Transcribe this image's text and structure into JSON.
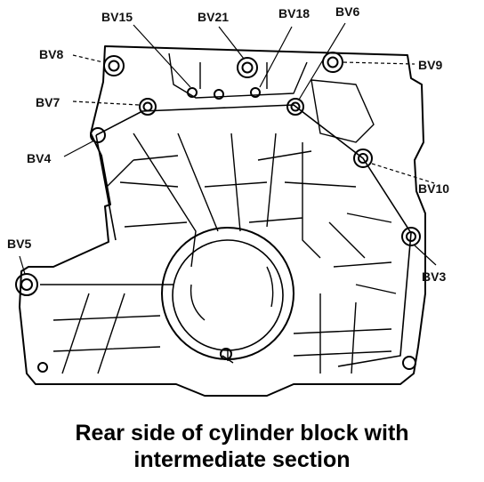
{
  "labels": {
    "bv15": "BV15",
    "bv21": "BV21",
    "bv18": "BV18",
    "bv6": "BV6",
    "bv8": "BV8",
    "bv9": "BV9",
    "bv7": "BV7",
    "bv4": "BV4",
    "bv10": "BV10",
    "bv5": "BV5",
    "bv3": "BV3"
  },
  "caption": {
    "line1": "Rear side of cylinder block with",
    "line2": "intermediate section"
  }
}
